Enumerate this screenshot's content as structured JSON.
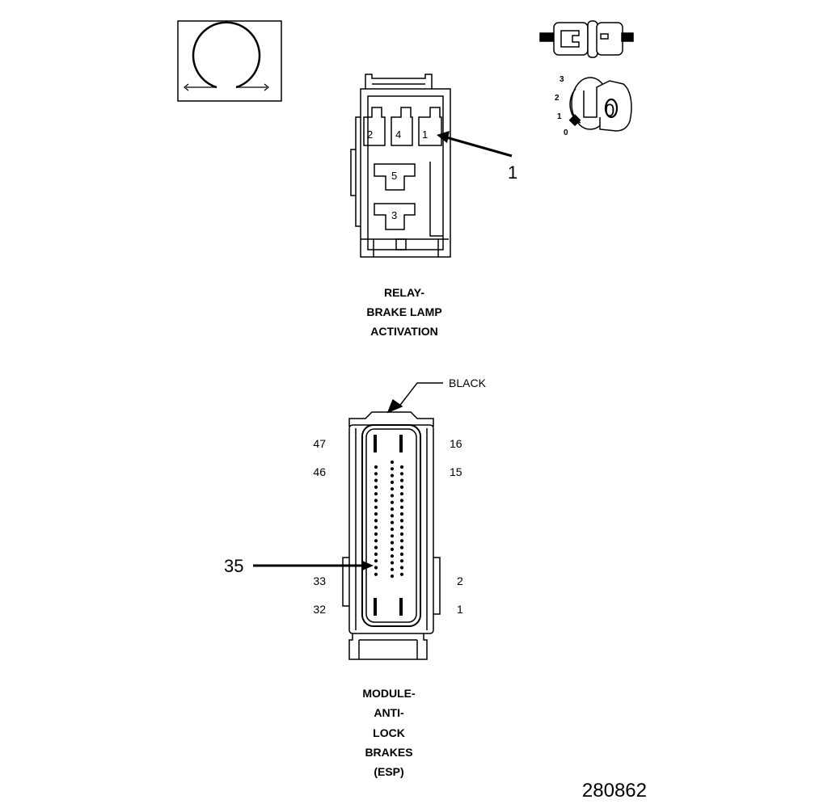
{
  "relay": {
    "label_lines": [
      "RELAY-",
      "BRAKE LAMP",
      "ACTIVATION"
    ],
    "cavities": [
      "2",
      "4",
      "1",
      "5",
      "3"
    ],
    "callout": "1"
  },
  "module": {
    "label_lines": [
      "MODULE-",
      "ANTI-",
      "LOCK",
      "BRAKES",
      "(ESP)"
    ],
    "color": "BLACK",
    "pins": {
      "top_left": "47",
      "row2_left": "46",
      "row3_left": "33",
      "bottom_left": "32",
      "top_right": "16",
      "row2_right": "15",
      "row3_right": "2",
      "bottom_right": "1"
    },
    "callout": "35"
  },
  "key_switch": {
    "positions": [
      "3",
      "2",
      "1",
      "0"
    ],
    "key_letter": "0"
  },
  "figure_id": "280862"
}
